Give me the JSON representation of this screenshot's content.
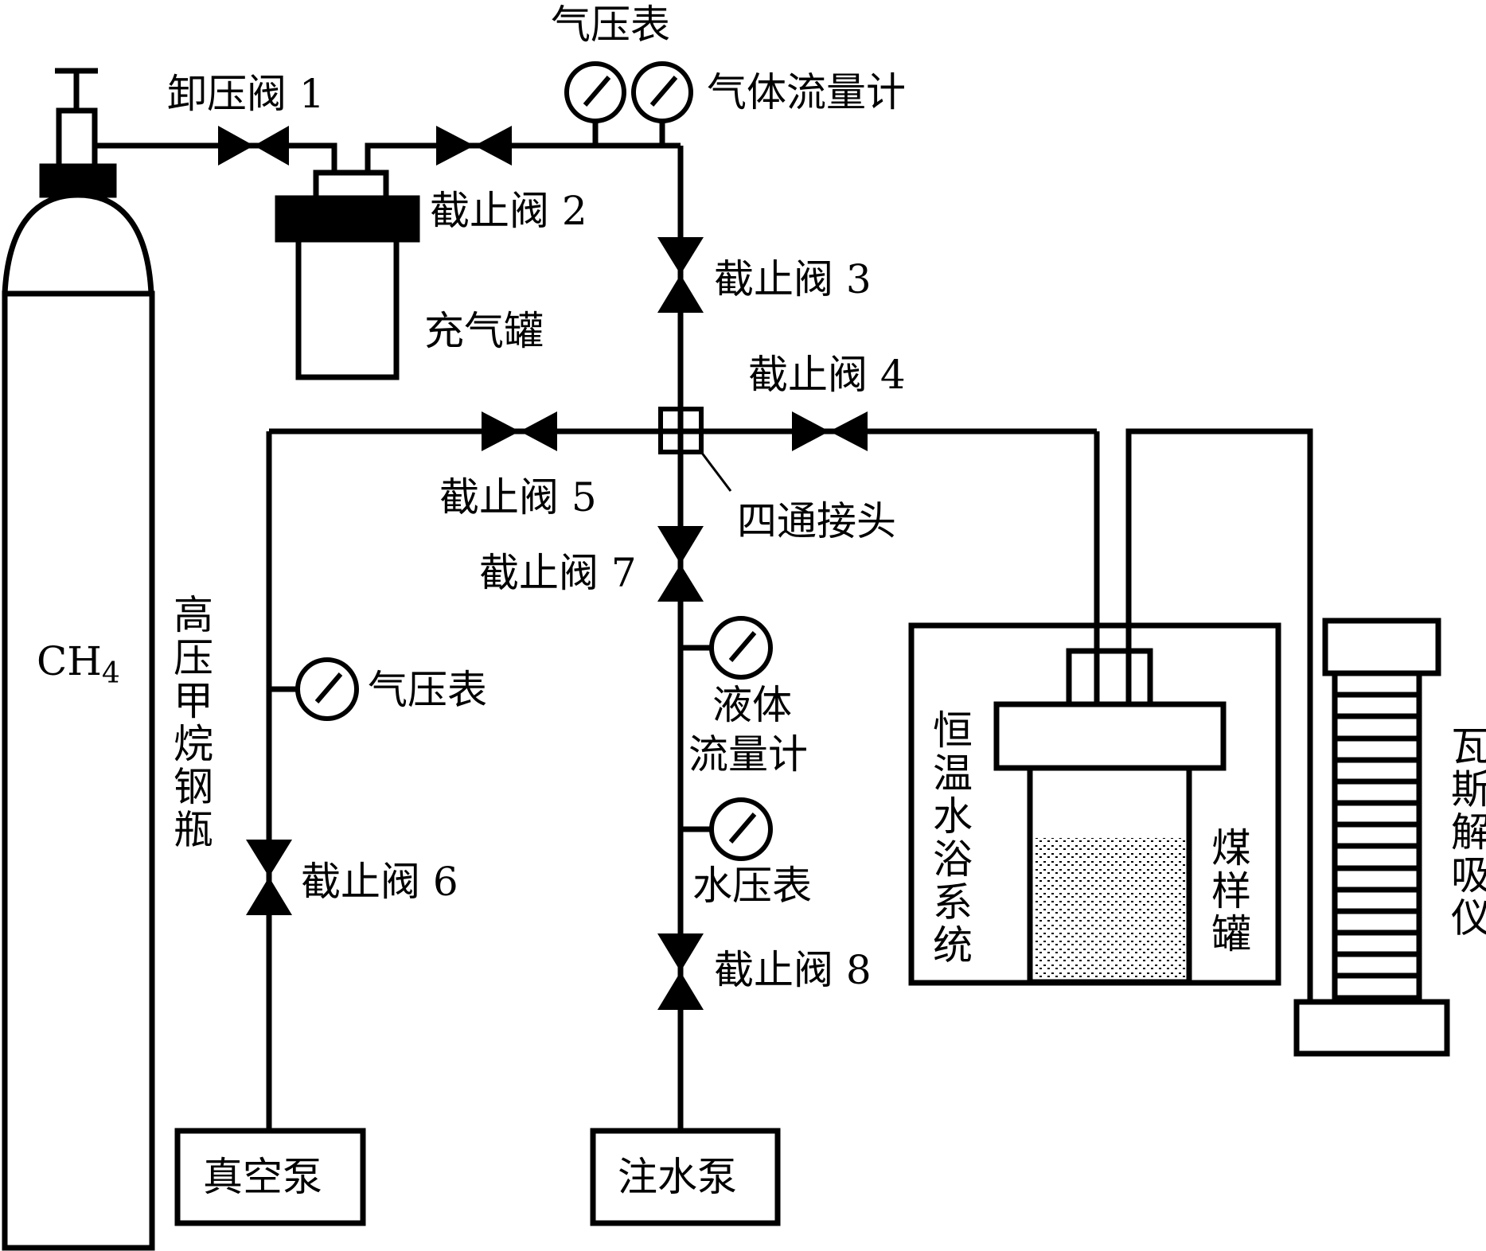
{
  "diagram": {
    "colors": {
      "stroke": "#000000",
      "background": "#ffffff"
    },
    "cylinder": {
      "formula_main": "CH",
      "formula_sub": "4",
      "label": "高压甲烷钢瓶"
    },
    "valves": {
      "v1": "卸压阀 1",
      "v2": "截止阀 2",
      "v3": "截止阀 3",
      "v4": "截止阀 4",
      "v5": "截止阀 5",
      "v6": "截止阀 6",
      "v7": "截止阀 7",
      "v8": "截止阀 8"
    },
    "gauges": {
      "top_pressure": "气压表",
      "gas_flow": "气体流量计",
      "left_pressure": "气压表",
      "liquid_flow_line1": "液体",
      "liquid_flow_line2": "流量计",
      "water_pressure": "水压表"
    },
    "components": {
      "charge_tank": "充气罐",
      "four_way": "四通接头",
      "vacuum_pump": "真空泵",
      "water_pump": "注水泵",
      "water_bath": "恒温水浴系统",
      "coal_tank": "煤样罐",
      "desorber": "瓦斯解吸仪"
    }
  }
}
